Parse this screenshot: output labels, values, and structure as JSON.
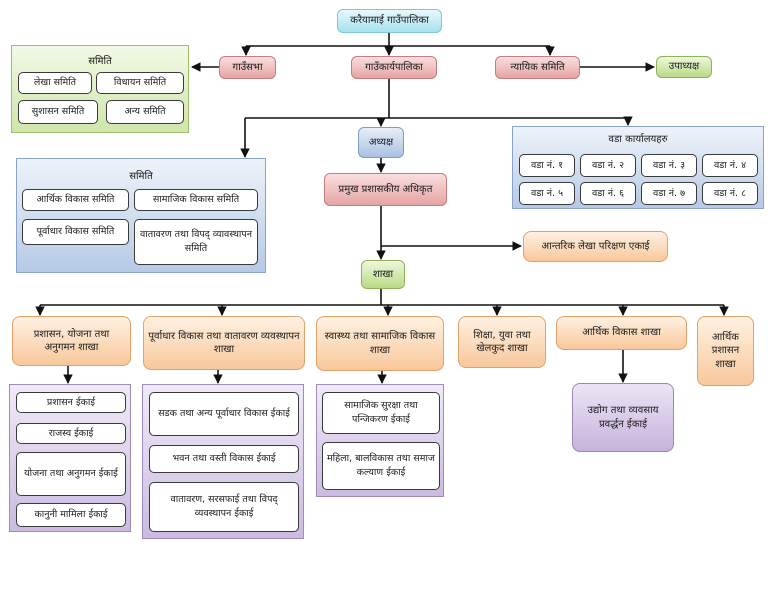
{
  "root": "करैयामाई गाउँपालिका",
  "gaunsabha": "गाउँसभा",
  "gaunkaryapalika": "गाउँकार्यपालिका",
  "nyayik_samiti": "न्यायिक समिति",
  "upadhyaksha": "उपाध्यक्ष",
  "samiti_top": {
    "title": "समिति",
    "items": [
      "लेखा समिति",
      "विधायन समिति",
      "सुशासन समिति",
      "अन्य समिति"
    ]
  },
  "adhyaksha": "अध्यक्ष",
  "pramukh": "प्रमुख प्रशासकीय अधिकृत",
  "antarik": "आन्तरिक लेखा परिक्षण एकाई",
  "shakha": "शाखा",
  "samiti_mid": {
    "title": "समिति",
    "items": [
      "आर्थिक विकास समिति",
      "सामाजिक विकास समिति",
      "पूर्वाधार विकास समिति",
      "वातावरण तथा विपद् व्यावस्थापन समिति"
    ]
  },
  "wada": {
    "title": "वडा कार्यालयहरु",
    "items": [
      "वडा नं. १",
      "वडा नं. २",
      "वडा नं. ३",
      "वडा नं. ४",
      "वडा नं. ५",
      "वडा नं. ६",
      "वडा नं. ७",
      "वडा नं. ८"
    ]
  },
  "branches": [
    {
      "label": "प्रशासन, योजना तथा अनुगमन शाखा",
      "units": [
        "प्रशासन ईकाई",
        "राजस्व ईकाई",
        "योजना तथा अनुगमन ईकाई",
        "कानुनी मामिला ईकाई"
      ]
    },
    {
      "label": "पूर्वाधार विकास तथा वातावरण व्यवस्थापन शाखा",
      "units": [
        "सडक तथा अन्य पूर्वाधार विकास ईकाई",
        "भवन तथा वस्ती विकास ईकाई",
        "वातावरण, सरसफाई तथा विपद् व्यवस्थापन ईकाई"
      ]
    },
    {
      "label": "स्वास्थ्य तथा सामाजिक विकास शाखा",
      "units": [
        "सामाजिक सुरक्षा तथा पन्जिकरण ईकाई",
        "महिला, बालविकास तथा समाज कल्याण ईकाई"
      ]
    },
    {
      "label": "शिक्षा, युवा तथा खेलकुद शाखा",
      "units": []
    },
    {
      "label": "आर्थिक विकास शाखा",
      "units": [
        "उद्योग तथा व्यवसाय प्रवर्द्धन ईकाई"
      ]
    },
    {
      "label": "आर्थिक प्रशासन शाखा",
      "units": []
    }
  ]
}
